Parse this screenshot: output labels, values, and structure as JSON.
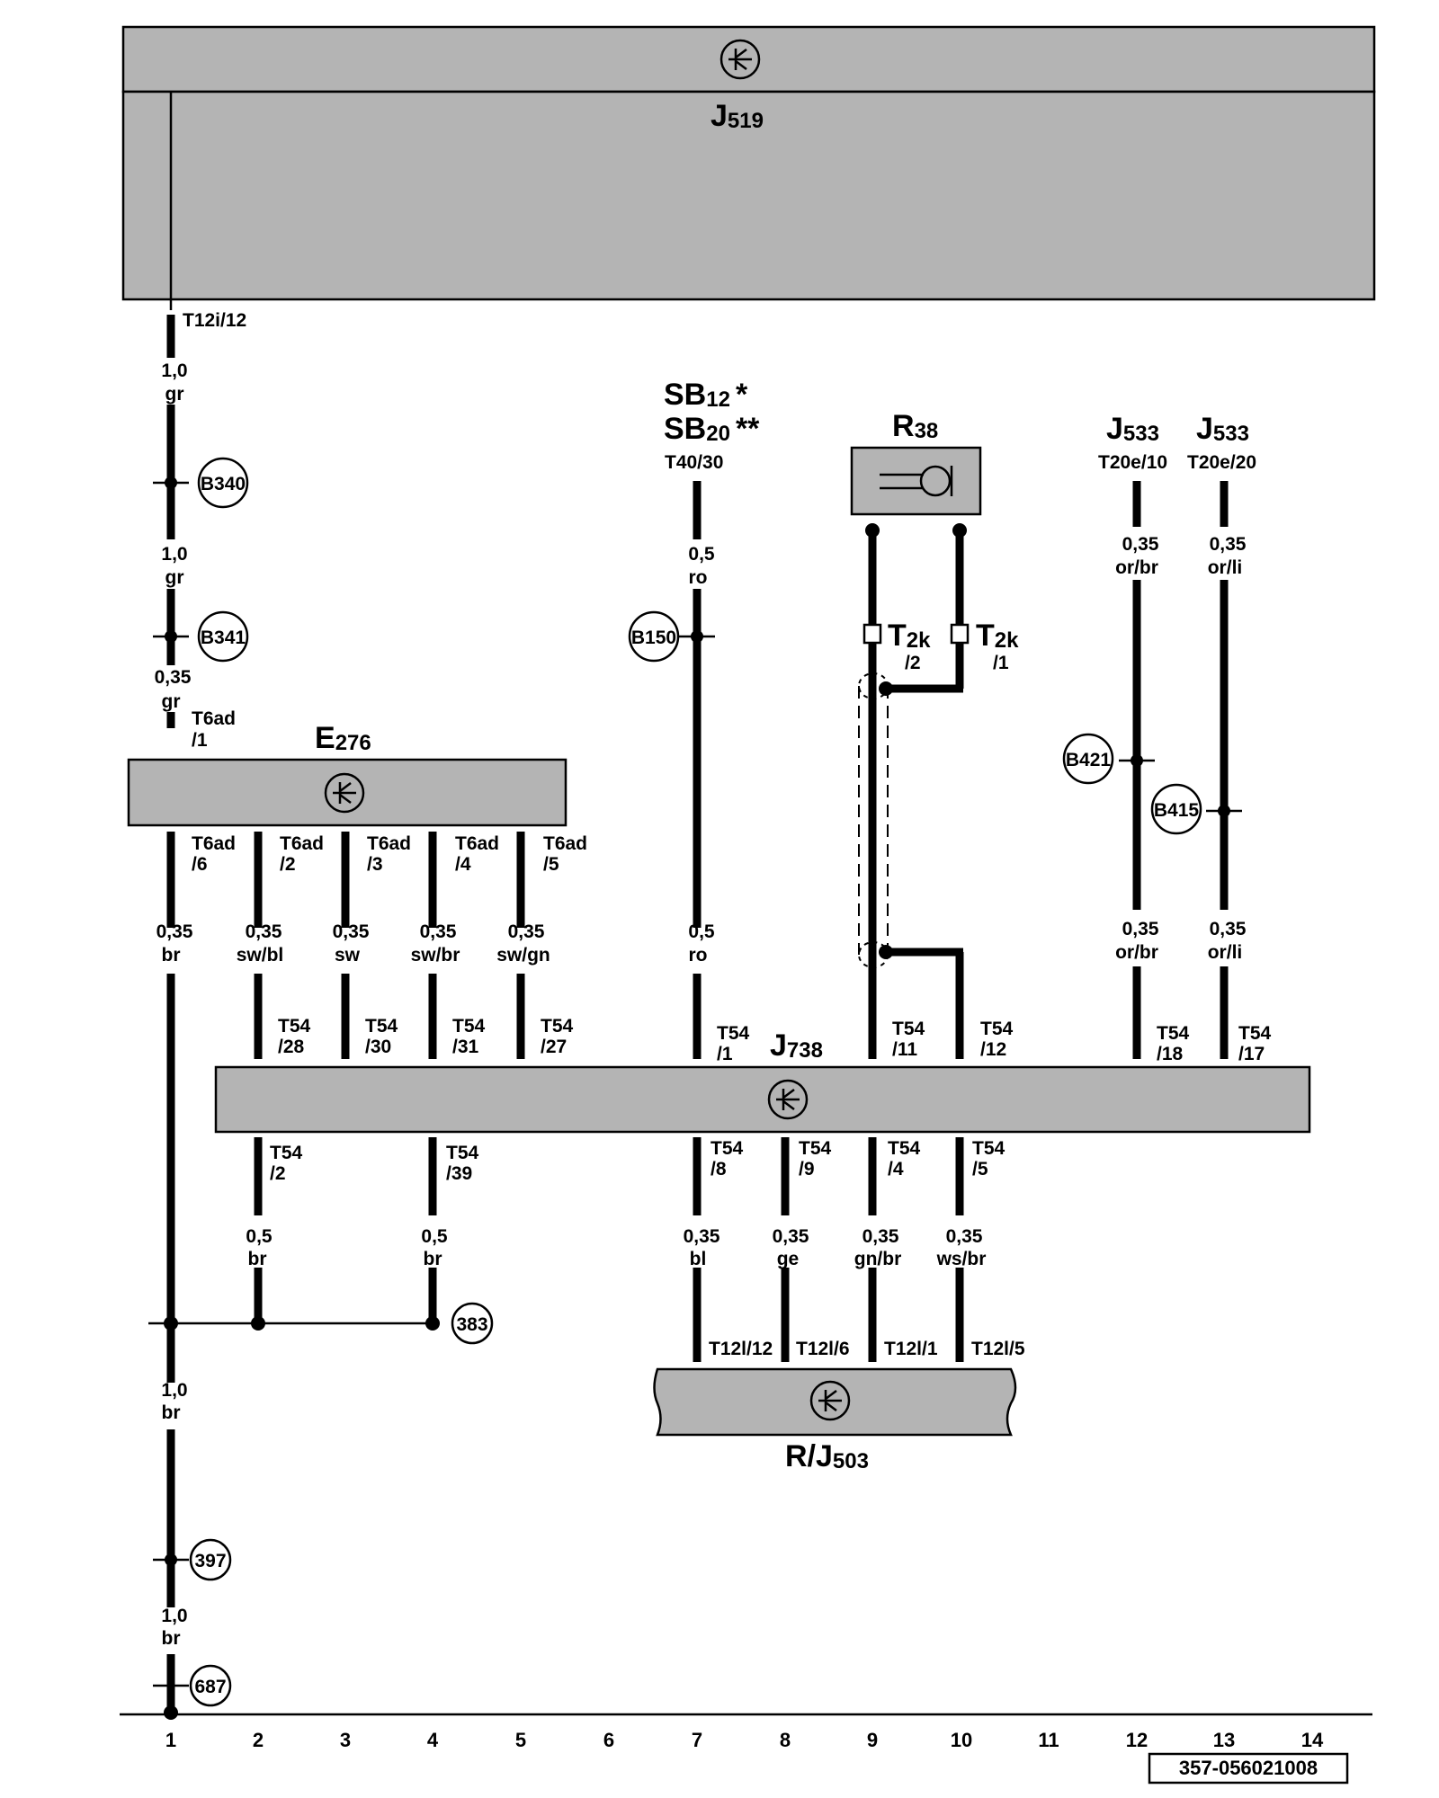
{
  "components": {
    "j519": {
      "main": "J",
      "sub": "519"
    },
    "e276": {
      "main": "E",
      "sub": "276"
    },
    "j738": {
      "main": "J",
      "sub": "738"
    },
    "rj503": {
      "main": "R/J",
      "sub": "503"
    },
    "r38": {
      "main": "R",
      "sub": "38"
    },
    "sb12": {
      "main": "SB",
      "sub": "12",
      "mark": "*"
    },
    "sb20": {
      "main": "SB",
      "sub": "20",
      "mark": "**"
    },
    "sb_conn": "T40/30",
    "j533a": {
      "main": "J",
      "sub": "533",
      "conn": "T20e/10"
    },
    "j533b": {
      "main": "J",
      "sub": "533",
      "conn": "T20e/20"
    },
    "t2k_a": {
      "main": "T",
      "sub": "2k",
      "pin": "/2"
    },
    "t2k_b": {
      "main": "T",
      "sub": "2k",
      "pin": "/1"
    }
  },
  "wires": {
    "w1a": {
      "gauge": "1,0",
      "color": "gr"
    },
    "w1b": {
      "gauge": "1,0",
      "color": "gr"
    },
    "w1c": {
      "gauge": "0,35",
      "color": "gr"
    },
    "w1d": {
      "gauge": "0,35",
      "color": "br"
    },
    "w1e": {
      "gauge": "1,0",
      "color": "br"
    },
    "w1f": {
      "gauge": "1,0",
      "color": "br"
    },
    "w2a": {
      "gauge": "0,35",
      "color": "sw/bl"
    },
    "w3a": {
      "gauge": "0,35",
      "color": "sw"
    },
    "w4a": {
      "gauge": "0,35",
      "color": "sw/br"
    },
    "w5a": {
      "gauge": "0,35",
      "color": "sw/gn"
    },
    "w2b": {
      "gauge": "0,5",
      "color": "br"
    },
    "w4b": {
      "gauge": "0,5",
      "color": "br"
    },
    "w7a": {
      "gauge": "0,5",
      "color": "ro"
    },
    "w7b": {
      "gauge": "0,5",
      "color": "ro"
    },
    "w7c": {
      "gauge": "0,35",
      "color": "bl"
    },
    "w8c": {
      "gauge": "0,35",
      "color": "ge"
    },
    "w9c": {
      "gauge": "0,35",
      "color": "gn/br"
    },
    "w10c": {
      "gauge": "0,35",
      "color": "ws/br"
    },
    "w12a": {
      "gauge": "0,35",
      "color": "or/br"
    },
    "w12b": {
      "gauge": "0,35",
      "color": "or/br"
    },
    "w13a": {
      "gauge": "0,35",
      "color": "or/li"
    },
    "w13b": {
      "gauge": "0,35",
      "color": "or/li"
    }
  },
  "pins": {
    "t12i12": "T12i/12",
    "t6ad1": {
      "conn": "T6ad",
      "pin": "/1"
    },
    "t6ad6": {
      "conn": "T6ad",
      "pin": "/6"
    },
    "t6ad2": {
      "conn": "T6ad",
      "pin": "/2"
    },
    "t6ad3": {
      "conn": "T6ad",
      "pin": "/3"
    },
    "t6ad4": {
      "conn": "T6ad",
      "pin": "/4"
    },
    "t6ad5": {
      "conn": "T6ad",
      "pin": "/5"
    },
    "t54_28": {
      "conn": "T54",
      "pin": "/28"
    },
    "t54_30": {
      "conn": "T54",
      "pin": "/30"
    },
    "t54_31": {
      "conn": "T54",
      "pin": "/31"
    },
    "t54_27": {
      "conn": "T54",
      "pin": "/27"
    },
    "t54_1": {
      "conn": "T54",
      "pin": "/1"
    },
    "t54_11": {
      "conn": "T54",
      "pin": "/11"
    },
    "t54_12": {
      "conn": "T54",
      "pin": "/12"
    },
    "t54_18": {
      "conn": "T54",
      "pin": "/18"
    },
    "t54_17": {
      "conn": "T54",
      "pin": "/17"
    },
    "t54_2": {
      "conn": "T54",
      "pin": "/2"
    },
    "t54_39": {
      "conn": "T54",
      "pin": "/39"
    },
    "t54_8": {
      "conn": "T54",
      "pin": "/8"
    },
    "t54_9": {
      "conn": "T54",
      "pin": "/9"
    },
    "t54_4": {
      "conn": "T54",
      "pin": "/4"
    },
    "t54_5": {
      "conn": "T54",
      "pin": "/5"
    },
    "t12l12": "T12l/12",
    "t12l6": "T12l/6",
    "t12l1": "T12l/1",
    "t12l5": "T12l/5"
  },
  "refs": {
    "b340": "B340",
    "b341": "B341",
    "b150": "B150",
    "b421": "B421",
    "b415": "B415",
    "r383": "383",
    "r397": "397",
    "r687": "687"
  },
  "scale": [
    "1",
    "2",
    "3",
    "4",
    "5",
    "6",
    "7",
    "8",
    "9",
    "10",
    "11",
    "12",
    "13",
    "14"
  ],
  "doc_number": "357-056021008"
}
